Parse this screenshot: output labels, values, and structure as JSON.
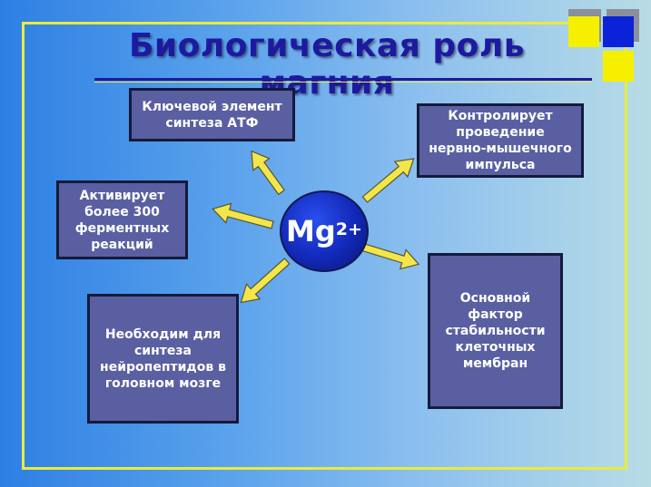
{
  "title": "Биологическая роль магния",
  "center": {
    "symbol": "Mg",
    "charge": "2+"
  },
  "boxes": {
    "atp": [
      "Ключевой элемент",
      "синтеза АТФ"
    ],
    "nerve": [
      "Контролирует",
      "проведение",
      "нервно-мышечного",
      "импульса"
    ],
    "enzymes": [
      "Активирует",
      "более 300",
      "ферментных",
      "реакций"
    ],
    "neuropeptides": [
      "Необходим для",
      "синтеза",
      "нейропептидов в",
      "головном мозге"
    ],
    "membranes": [
      "Основной",
      "фактор",
      "стабильности",
      "клеточных",
      "мембран"
    ]
  },
  "colors": {
    "box_fill": "#5a5fa2",
    "box_border": "#151a3a",
    "arrow_fill": "#f2e64a",
    "title": "#1d1aa0",
    "frame": "#e8ec3c"
  }
}
